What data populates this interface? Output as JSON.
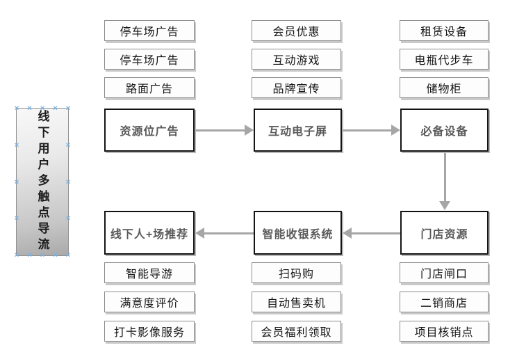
{
  "diagram": {
    "source_node": {
      "label": "线下用户多触点导流",
      "selected": true
    },
    "flow_row_1": {
      "nodes": [
        "资源位广告",
        "互动电子屏",
        "必备设备"
      ],
      "arrow_direction": "right"
    },
    "flow_row_2": {
      "nodes": [
        "线下人+场推荐",
        "智能收银系统",
        "门店资源"
      ],
      "arrow_direction": "left"
    },
    "connector_between_rows": {
      "from": "必备设备",
      "to": "门店资源",
      "direction": "down"
    },
    "top_groups": [
      {
        "items": [
          "停车场广告",
          "停车场广告",
          "路面广告"
        ]
      },
      {
        "items": [
          "会员优惠",
          "互动游戏",
          "品牌宣传"
        ]
      },
      {
        "items": [
          "租赁设备",
          "电瓶代步车",
          "储物柜"
        ]
      }
    ],
    "bottom_groups": [
      {
        "items": [
          "智能导游",
          "满意度评价",
          "打卡影像服务"
        ]
      },
      {
        "items": [
          "扫码购",
          "自动售卖机",
          "会员福利领取"
        ]
      },
      {
        "items": [
          "门店闸口",
          "二销商店",
          "项目核销点"
        ]
      }
    ],
    "colors": {
      "background": "#ffffff",
      "arrow": "#a6a6a6",
      "flow_box_border": "#141414",
      "flow_box_text": "#595959",
      "small_box_fill": "#fdfdfd",
      "small_box_border": "#8c8c8c",
      "box_shadow": "#c9c9c9",
      "selection_handle": "#7ab1e3"
    },
    "handle_glyph": "✕"
  }
}
